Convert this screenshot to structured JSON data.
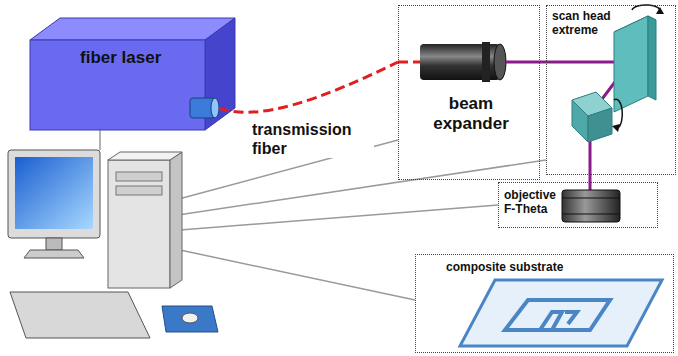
{
  "diagram": {
    "nodes": [
      {
        "text": [
          "fiber laser"
        ]
      },
      {
        "text": [
          "beam expander"
        ]
      },
      {
        "text": [
          "scan head extreme"
        ]
      },
      {
        "text": [
          "objective F-Theta"
        ]
      },
      {
        "text": [
          "composite substrate"
        ]
      }
    ],
    "edges": [
      {
        "from": 0,
        "to": 1,
        "arrow": "none",
        "label": "transmission fiber"
      },
      {
        "from": 1,
        "to": 2,
        "arrow": "none"
      },
      {
        "from": 2,
        "to": 3,
        "arrow": "none"
      }
    ]
  }
}
